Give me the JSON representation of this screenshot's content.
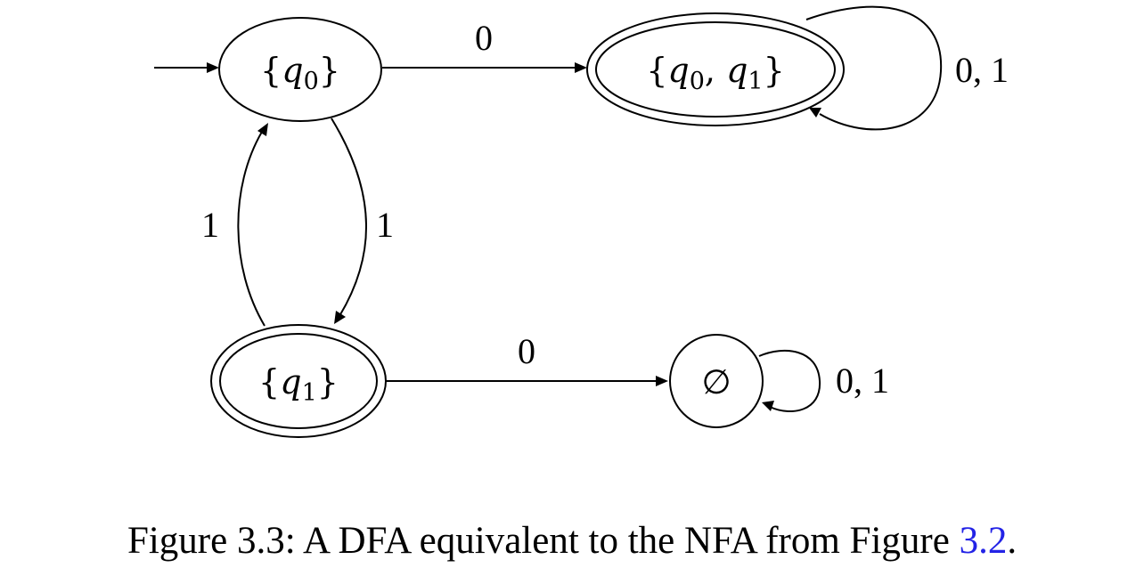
{
  "diagram": {
    "type": "dfa-state-diagram",
    "states": [
      {
        "id": "q0",
        "set_symbol": "q",
        "open_brace": "{",
        "close_brace": "}",
        "elements": [
          {
            "base": "q",
            "sub": "0"
          }
        ],
        "accepting": false,
        "start": true
      },
      {
        "id": "q0q1",
        "open_brace": "{",
        "close_brace": "}",
        "elements": [
          {
            "base": "q",
            "sub": "0"
          },
          {
            "base": "q",
            "sub": "1"
          }
        ],
        "separator": ", ",
        "accepting": true,
        "start": false
      },
      {
        "id": "q1",
        "open_brace": "{",
        "close_brace": "}",
        "elements": [
          {
            "base": "q",
            "sub": "1"
          }
        ],
        "accepting": true,
        "start": false
      },
      {
        "id": "empty",
        "symbol": "∅",
        "accepting": false,
        "start": false
      }
    ],
    "transitions": [
      {
        "from": "q0",
        "to": "q0q1",
        "label": "0"
      },
      {
        "from": "q0q1",
        "to": "q0q1",
        "label": "0, 1"
      },
      {
        "from": "q0",
        "to": "q1",
        "label": "1"
      },
      {
        "from": "q1",
        "to": "q0",
        "label": "1"
      },
      {
        "from": "q1",
        "to": "empty",
        "label": "0"
      },
      {
        "from": "empty",
        "to": "empty",
        "label": "0, 1"
      }
    ]
  },
  "caption": {
    "text": "Figure 3.3: A DFA equivalent to the NFA from Figure ",
    "ref": "3.2",
    "end": "."
  },
  "colors": {
    "link": "#2323e6",
    "ink": "#000000"
  }
}
